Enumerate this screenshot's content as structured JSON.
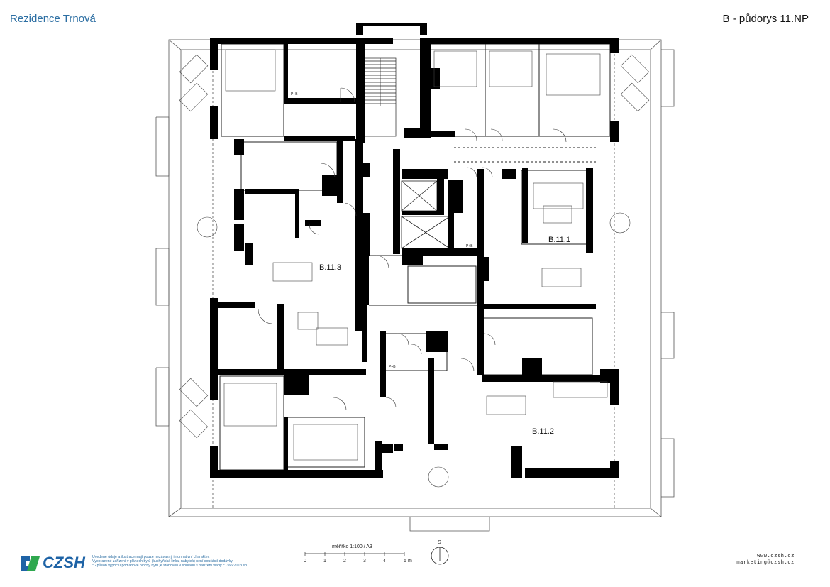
{
  "header": {
    "project": "Rezidence Trnová",
    "sheet": "B - půdorys 11.NP"
  },
  "units": [
    {
      "id": "B.11.1"
    },
    {
      "id": "B.11.2"
    },
    {
      "id": "B.11.3"
    }
  ],
  "pb_label": "P+B",
  "footer": {
    "logo": "CZSH",
    "disclaimer": [
      "Uvedené údaje a ilustrace mají pouze nezávazný informativní charakter.",
      "Vyobrazené zařízení v plánech bytů (kuchyňská linka, nábytek) není součástí dodávky.",
      "* Způsob výpočtu podlahové plochy bytu je stanoven v souladu s nařízení vlády  č. 366/2013 sb."
    ],
    "scale_label": "měřítko 1:100 / A3",
    "scale_ticks": [
      "0",
      "1",
      "2",
      "3",
      "4",
      "5 m"
    ],
    "north": "S",
    "contact": {
      "web": "www.czsh.cz",
      "email": "marketing@czsh.cz"
    }
  },
  "colors": {
    "brand": "#1e63a6",
    "wall": "#000000",
    "text_blue": "#2d6fa3"
  }
}
